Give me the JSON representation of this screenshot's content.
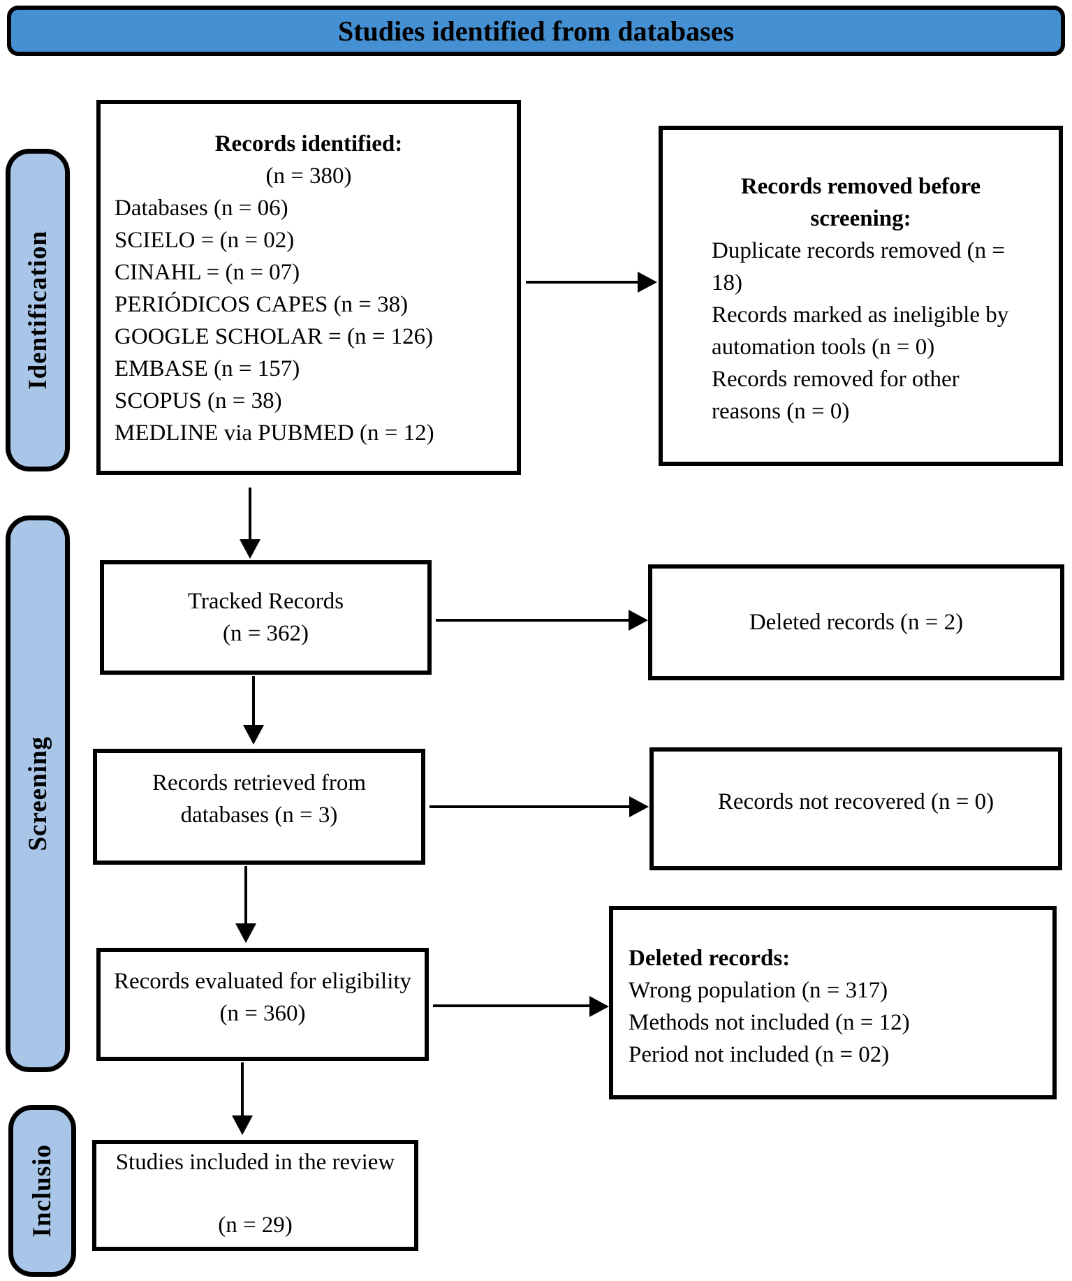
{
  "banner": {
    "title": "Studies identified from databases"
  },
  "stages": {
    "identification": "Identification",
    "screening": "Screening",
    "inclusion": "Inclusio"
  },
  "boxes": {
    "records_identified": {
      "title": "Records identified:",
      "subtitle": "(n = 380)",
      "lines": [
        "Databases (n = 06)",
        "SCIELO = (n = 02)",
        "CINAHL = (n = 07)",
        "PERIÓDICOS CAPES (n = 38)",
        "GOOGLE SCHOLAR = (n = 126)",
        "EMBASE (n = 157)",
        "SCOPUS (n = 38)",
        "MEDLINE via PUBMED (n = 12)"
      ]
    },
    "records_removed_before_screening": {
      "title": "Records removed before screening:",
      "lines": [
        "Duplicate records removed (n = 18)",
        "Records marked as ineligible by automation tools (n = 0)",
        "Records removed for other reasons (n = 0)"
      ]
    },
    "tracked_records": {
      "line1": "Tracked Records",
      "line2": "(n = 362)"
    },
    "deleted_records": {
      "text": "Deleted records (n = 2)"
    },
    "records_retrieved": {
      "line1": "Records retrieved from",
      "line2": "databases (n = 3)"
    },
    "records_not_recovered": {
      "text": "Records not recovered (n = 0)"
    },
    "records_evaluated": {
      "line1": "Records evaluated for eligibility",
      "line2": "(n = 360)"
    },
    "deleted_records_detail": {
      "title": "Deleted records:",
      "lines": [
        "Wrong population (n = 317)",
        "Methods not included (n = 12)",
        "Period not included (n = 02)"
      ]
    },
    "studies_included": {
      "line1": "Studies included in the review",
      "line2": "(n = 29)"
    }
  },
  "colors": {
    "banner_fill": "#4590d2",
    "stage_fill": "#a9c6e8",
    "box_fill": "#ffffff",
    "border": "#000000"
  }
}
